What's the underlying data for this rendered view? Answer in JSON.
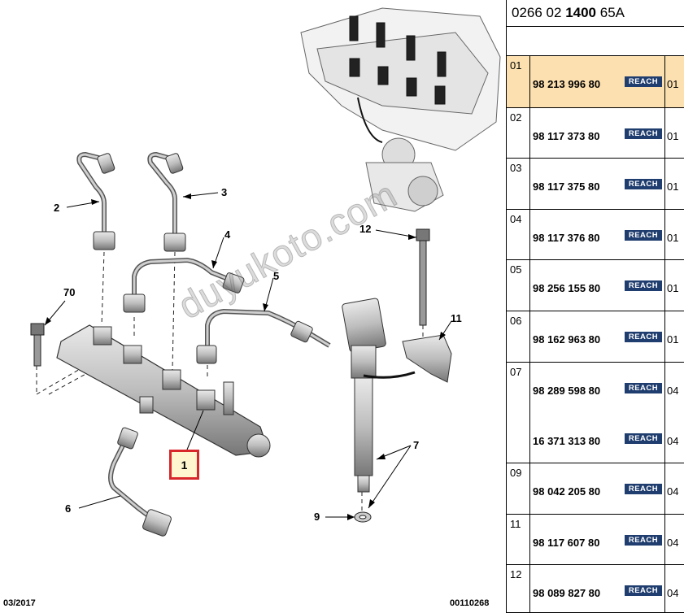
{
  "diagram": {
    "callouts": [
      "1",
      "2",
      "3",
      "4",
      "5",
      "6",
      "7",
      "9",
      "11",
      "12",
      "70"
    ],
    "footer_left": "03/2017",
    "footer_right": "00110268",
    "watermark": "duyukoto.com",
    "highlight_color": "#d8262b"
  },
  "parts_panel": {
    "header_prefix": "0266 02 ",
    "header_bold": "1400",
    "header_suffix": " 65A",
    "badge_label": "REACH",
    "badge_color": "#1f3d6e",
    "selected_row_color": "#fce0b0",
    "rows": [
      {
        "pos": "01",
        "refs": [
          {
            "ref": "98 213 996 80",
            "qty": "01"
          }
        ]
      },
      {
        "pos": "02",
        "refs": [
          {
            "ref": "98 117 373 80",
            "qty": "01"
          }
        ]
      },
      {
        "pos": "03",
        "refs": [
          {
            "ref": "98 117 375 80",
            "qty": "01"
          }
        ]
      },
      {
        "pos": "04",
        "refs": [
          {
            "ref": "98 117 376 80",
            "qty": "01"
          }
        ]
      },
      {
        "pos": "05",
        "refs": [
          {
            "ref": "98 256 155 80",
            "qty": "01"
          }
        ]
      },
      {
        "pos": "06",
        "refs": [
          {
            "ref": "98 162 963 80",
            "qty": "01"
          }
        ]
      },
      {
        "pos": "07",
        "refs": [
          {
            "ref": "98 289 598 80",
            "qty": "04"
          },
          {
            "ref": "16 371 313 80",
            "qty": "04"
          }
        ]
      },
      {
        "pos": "09",
        "refs": [
          {
            "ref": "98 042 205 80",
            "qty": "04"
          }
        ]
      },
      {
        "pos": "11",
        "refs": [
          {
            "ref": "98 117 607 80",
            "qty": "04"
          }
        ]
      },
      {
        "pos": "12",
        "refs": [
          {
            "ref": "98 089 827 80",
            "qty": "04"
          }
        ]
      }
    ]
  }
}
